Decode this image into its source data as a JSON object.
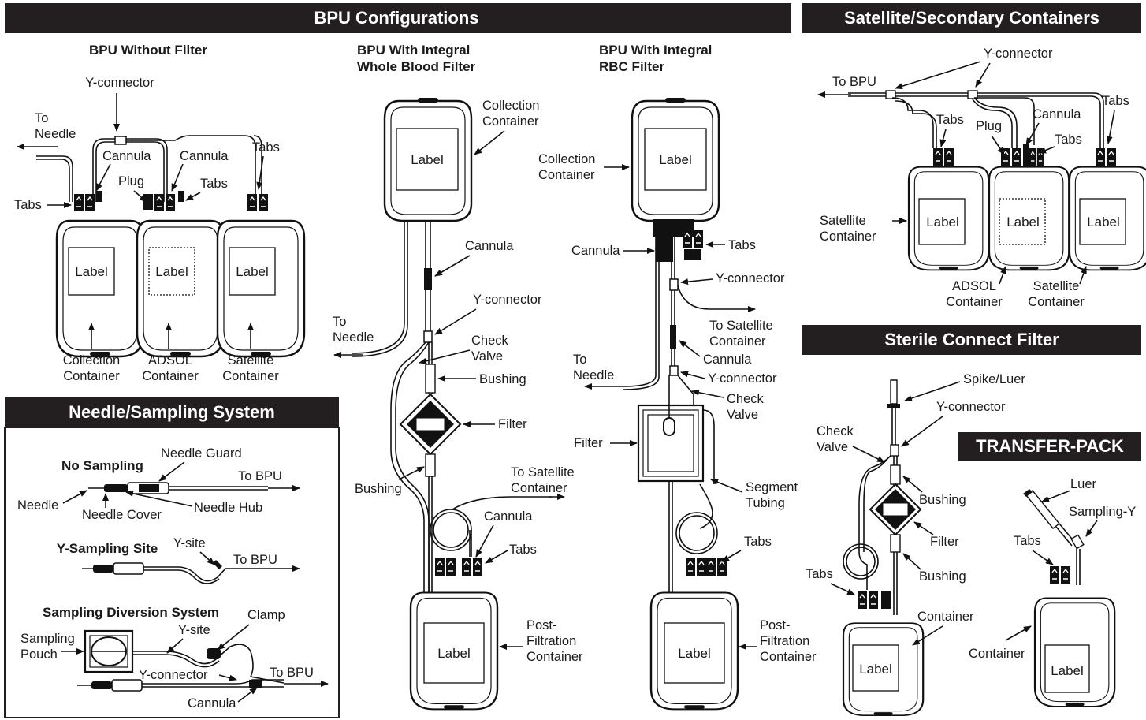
{
  "headers": {
    "bpu": "BPU Configurations",
    "satellite": "Satellite/Secondary Containers",
    "needle": "Needle/Sampling System",
    "sterile": "Sterile Connect Filter",
    "transfer": "TRANSFER-PACK"
  },
  "bpu_without_filter": {
    "title": "BPU Without Filter",
    "y_connector": "Y-connector",
    "to_needle": [
      "To",
      "Needle"
    ],
    "cannula": "Cannula",
    "cannula2": "Cannula",
    "plug": "Plug",
    "tabs_left": "Tabs",
    "tabs_mid": "Tabs",
    "tabs_right": "Tabs",
    "bag_label": "Label",
    "collection": [
      "Collection",
      "Container"
    ],
    "adsol": [
      "ADSOL",
      "Container"
    ],
    "satellite": [
      "Satellite",
      "Container"
    ]
  },
  "bpu_whole_blood": {
    "title": [
      "BPU With Integral",
      "Whole Blood Filter"
    ],
    "collection": [
      "Collection",
      "Container"
    ],
    "bag_label": "Label",
    "cannula": "Cannula",
    "y_connector": "Y-connector",
    "to_needle": [
      "To",
      "Needle"
    ],
    "check_valve": [
      "Check",
      "Valve"
    ],
    "bushing": "Bushing",
    "bushing2": "Bushing",
    "filter": "Filter",
    "to_satellite": [
      "To Satellite",
      "Container"
    ],
    "cannula2": "Cannula",
    "tabs": "Tabs",
    "post": [
      "Post-",
      "Filtration",
      "Container"
    ]
  },
  "bpu_rbc": {
    "title": [
      "BPU With Integral",
      "RBC Filter"
    ],
    "collection": [
      "Collection",
      "Container"
    ],
    "bag_label": "Label",
    "cannula": "Cannula",
    "tabs": "Tabs",
    "y_connector": "Y-connector",
    "to_satellite": [
      "To Satellite",
      "Container"
    ],
    "cannula2": "Cannula",
    "y_connector2": "Y-connector",
    "to_needle": [
      "To",
      "Needle"
    ],
    "check_valve": [
      "Check",
      "Valve"
    ],
    "filter": "Filter",
    "segment": [
      "Segment",
      "Tubing"
    ],
    "tabs2": "Tabs",
    "post": [
      "Post-",
      "Filtration",
      "Container"
    ]
  },
  "satellite_section": {
    "y_connector": "Y-connector",
    "to_bpu": "To BPU",
    "tabs1": "Tabs",
    "plug": "Plug",
    "cannula": "Cannula",
    "tabs2": "Tabs",
    "tabs3": "Tabs",
    "satellite_left": [
      "Satellite",
      "Container"
    ],
    "bag_label": "Label",
    "adsol": [
      "ADSOL",
      "Container"
    ],
    "satellite": [
      "Satellite",
      "Container"
    ]
  },
  "needle_section": {
    "no_sampling": "No Sampling",
    "needle_guard": "Needle Guard",
    "to_bpu1": "To BPU",
    "needle": "Needle",
    "needle_cover": "Needle Cover",
    "needle_hub": "Needle Hub",
    "y_sampling": "Y-Sampling Site",
    "y_site": "Y-site",
    "to_bpu2": "To BPU",
    "diversion": "Sampling Diversion System",
    "clamp": "Clamp",
    "y_site2": "Y-site",
    "sampling_pouch": [
      "Sampling",
      "Pouch"
    ],
    "y_connector": "Y-connector",
    "to_bpu3": "To BPU",
    "cannula": "Cannula"
  },
  "sterile_section": {
    "spike": "Spike/Luer",
    "y_connector": "Y-connector",
    "check_valve": [
      "Check",
      "Valve"
    ],
    "bushing": "Bushing",
    "filter": "Filter",
    "bushing2": "Bushing",
    "tabs": "Tabs",
    "container": "Container",
    "bag_label": "Label"
  },
  "transfer_section": {
    "luer": "Luer",
    "sampling_y": "Sampling-Y",
    "tabs": "Tabs",
    "container": "Container",
    "bag_label": "Label"
  }
}
